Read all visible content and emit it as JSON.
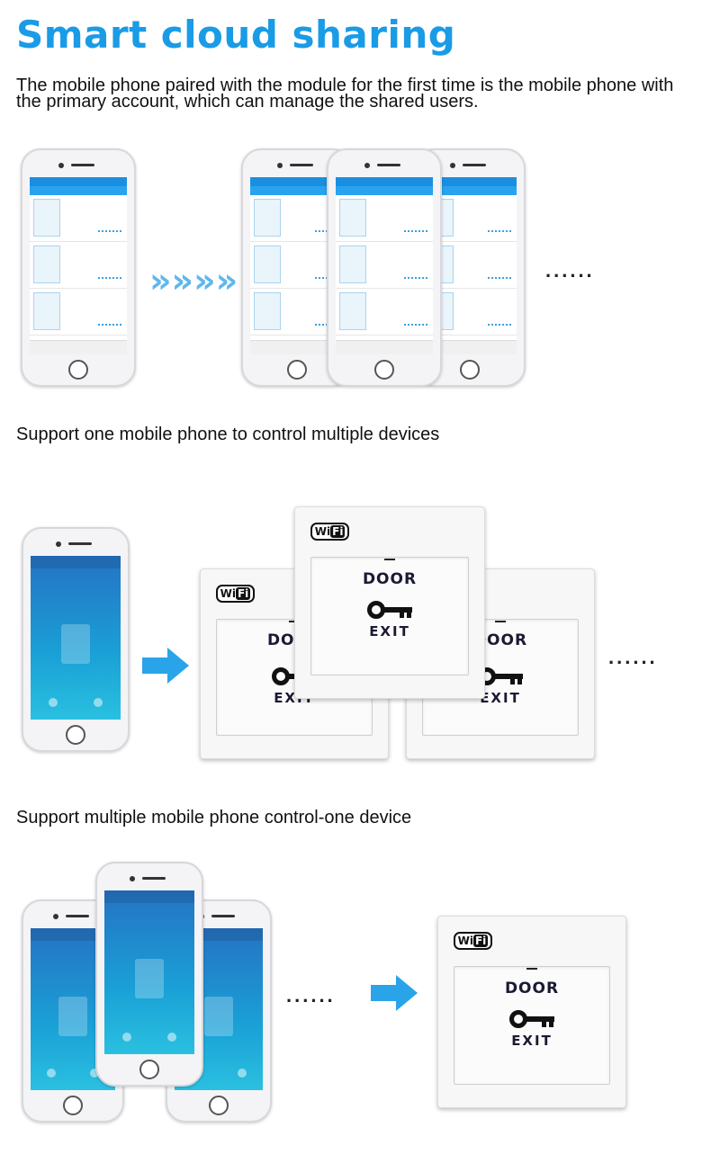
{
  "title": "Smart cloud sharing",
  "intro": "The mobile phone paired with the module for the first time is the mobile phone with the primary account, which can manage the shared users.",
  "captions": {
    "multiple_devices": "Support one mobile phone to control multiple devices",
    "one_device": "Support multiple mobile phone control-one device"
  },
  "ellipsis": "......",
  "chevrons": "»»»»",
  "plate": {
    "wifi_wi": "Wi",
    "wifi_fi": "Fi",
    "door": "DOOR",
    "exit": "EXIT"
  },
  "colors": {
    "title": "#1a9be6",
    "arrow": "#2aa4e8"
  },
  "icons": [
    "chevron-arrows-icon",
    "right-arrow-icon",
    "key-icon",
    "wifi-badge-icon"
  ]
}
